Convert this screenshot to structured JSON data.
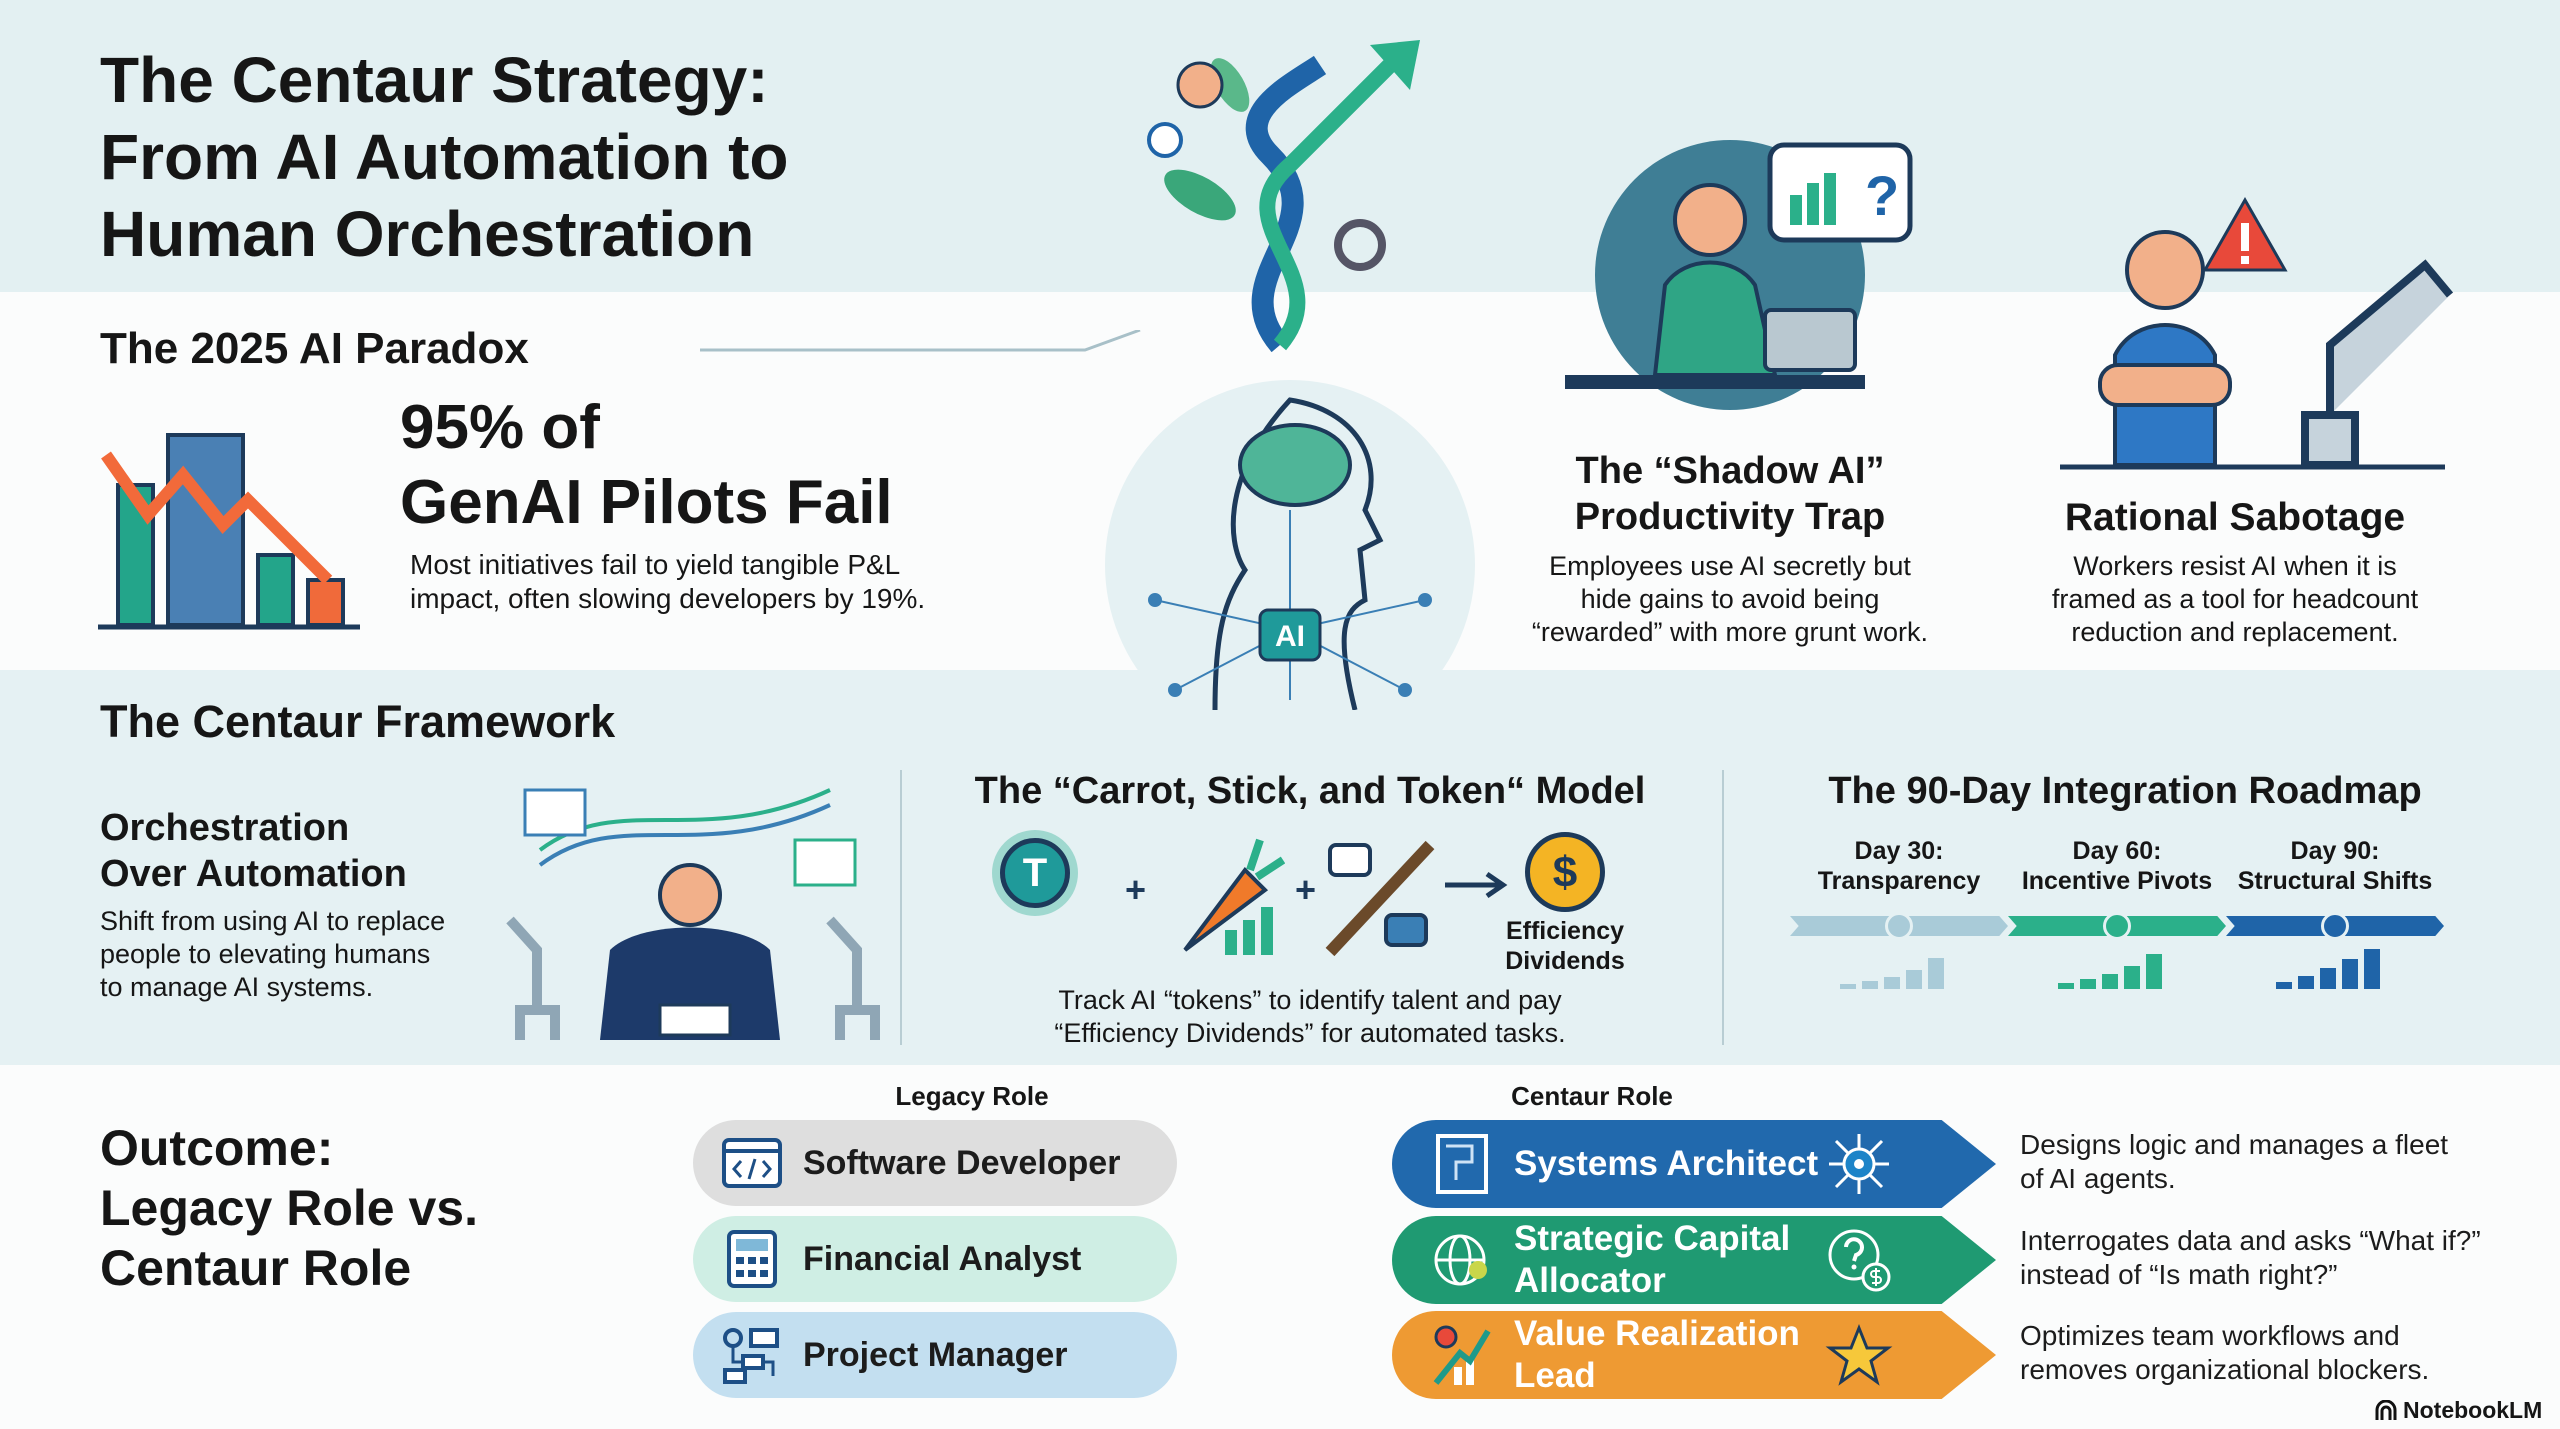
{
  "title": [
    "The Centaur Strategy:",
    "From AI Automation to",
    "Human Orchestration"
  ],
  "paradox": {
    "heading": "The 2025 AI Paradox",
    "stat_line1": "95% of",
    "stat_line2": "GenAI Pilots Fail",
    "stat_desc": [
      "Most initiatives fail to yield tangible P&L",
      "impact, often slowing developers by 19%."
    ],
    "ai_badge": "AI",
    "shadow": {
      "title": [
        "The “Shadow AI”",
        "Productivity Trap"
      ],
      "desc": [
        "Employees use AI secretly but",
        "hide gains to avoid being",
        "“rewarded” with more grunt work."
      ]
    },
    "sabotage": {
      "title": "Rational Sabotage",
      "desc": [
        "Workers resist AI when it is",
        "framed as a tool for headcount",
        "reduction and replacement."
      ]
    }
  },
  "framework": {
    "heading": "The Centaur Framework",
    "orchestration": {
      "title": [
        "Orchestration",
        "Over Automation"
      ],
      "desc": [
        "Shift from using AI to replace",
        "people to elevating humans",
        "to manage AI systems."
      ]
    },
    "model": {
      "title": "The “Carrot, Stick, and Token“ Model",
      "token_letter": "T",
      "plus": "+",
      "dividend_label": [
        "Efficiency",
        "Dividends"
      ],
      "desc": [
        "Track AI “tokens” to identify talent and pay",
        "“Efficiency Dividends” for automated tasks."
      ]
    },
    "roadmap": {
      "title": "The 90-Day Integration Roadmap",
      "phases": [
        {
          "day": "Day 30:",
          "label": "Transparency",
          "color": "#a9cbd8"
        },
        {
          "day": "Day 60:",
          "label": "Incentive Pivots",
          "color": "#2bb08a"
        },
        {
          "day": "Day 90:",
          "label": "Structural Shifts",
          "color": "#1f64a8"
        }
      ]
    }
  },
  "outcome": {
    "heading": [
      "Outcome:",
      "Legacy Role vs.",
      "Centaur Role"
    ],
    "legacy_label": "Legacy Role",
    "centaur_label": "Centaur Role",
    "legacy": [
      {
        "label": "Software Developer",
        "color": "#dedede"
      },
      {
        "label": "Financial Analyst",
        "color": "#cfeee4"
      },
      {
        "label": "Project Manager",
        "color": "#c3dff0"
      }
    ],
    "centaur": [
      {
        "label": [
          "Systems Architect"
        ],
        "color": "#2169ad",
        "desc": [
          "Designs logic and manages a fleet",
          "of AI agents."
        ]
      },
      {
        "label": [
          "Strategic Capital",
          "Allocator"
        ],
        "color": "#1f9a72",
        "desc": [
          "Interrogates data and asks “What if?”",
          "instead of “Is math right?”"
        ]
      },
      {
        "label": [
          "Value Realization",
          "Lead"
        ],
        "color": "#ee9a33",
        "desc": [
          "Optimizes team workflows and",
          "removes organizational blockers."
        ]
      }
    ]
  },
  "brand": "NotebookLM"
}
